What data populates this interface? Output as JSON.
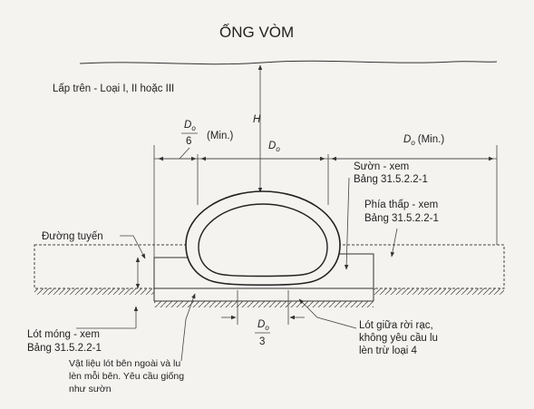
{
  "title": "ỐNG VÒM",
  "labels": {
    "cover": "Lấp trên - Loại I, II hoặc III",
    "height": "H",
    "do_over_6": {
      "num": "D",
      "sub": "o",
      "den": "6",
      "suffix": "(Min.)"
    },
    "do_center": {
      "text": "D",
      "sub": "o"
    },
    "do_right": {
      "text": "D",
      "sub": "o",
      "suffix": "(Min.)"
    },
    "suon": [
      "Sườn - xem",
      "Bảng 31.5.2.2-1"
    ],
    "phia_thap": [
      "Phía thấp - xem",
      "Bảng 31.5.2.2-1"
    ],
    "duong_tuyen": "Đường tuyến",
    "lot_mong": [
      "Lót móng - xem",
      "Bảng 31.5.2.2-1"
    ],
    "do_over_3": {
      "num": "D",
      "sub": "o",
      "den": "3"
    },
    "lot_giua": [
      "Lót giữa rời rạc,",
      "không yêu cầu lu",
      "lèn trừ loại 4"
    ],
    "vat_lieu": [
      "Vật liệu lót bên ngoài và lu",
      "lèn mỗi bên. Yêu cầu giống",
      "như sườn"
    ]
  }
}
